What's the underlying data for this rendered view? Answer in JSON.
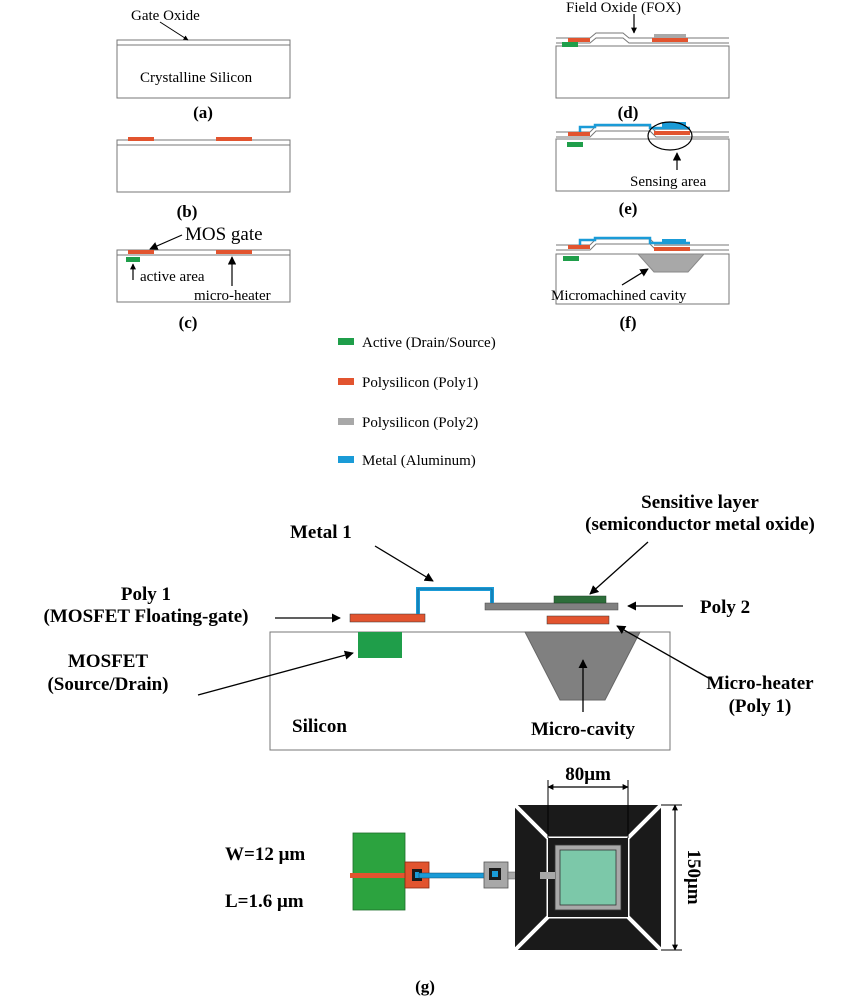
{
  "colors": {
    "active": "#1f9e4a",
    "poly1": "#e2542f",
    "poly2": "#a8a8a8",
    "metal": "#1a9bd7",
    "sensor_green": "#2d6e3a",
    "cavity": "#808080",
    "square_fill": "#7cc8a9",
    "dark": "#1a1a1a"
  },
  "panels": {
    "a": {
      "caption": "(a)",
      "gate_oxide": "Gate Oxide",
      "silicon": "Crystalline Silicon"
    },
    "b": {
      "caption": "(b)"
    },
    "c": {
      "caption": "(c)",
      "mos_gate": "MOS gate",
      "active_area": "active area",
      "micro_heater": "micro-heater"
    },
    "d": {
      "caption": "(d)",
      "fox": "Field Oxide (FOX)"
    },
    "e": {
      "caption": "(e)",
      "sensing_area": "Sensing area"
    },
    "f": {
      "caption": "(f)",
      "cavity": "Micromachined cavity"
    }
  },
  "legend": [
    {
      "label": "Active (Drain/Source)",
      "color": "#1f9e4a"
    },
    {
      "label": "Polysilicon (Poly1)",
      "color": "#e2542f"
    },
    {
      "label": "Polysilicon (Poly2)",
      "color": "#a8a8a8"
    },
    {
      "label": "Metal (Aluminum)",
      "color": "#1a9bd7"
    }
  ],
  "cross_section": {
    "metal1": "Metal 1",
    "sensitive_line1": "Sensitive layer",
    "sensitive_line2": "(semiconductor metal oxide)",
    "poly1_line1": "Poly 1",
    "poly1_line2": "(MOSFET Floating-gate)",
    "poly2": "Poly 2",
    "mosfet_line1": "MOSFET",
    "mosfet_line2": "(Source/Drain)",
    "heater_line1": "Micro-heater",
    "heater_line2": "(Poly 1)",
    "silicon": "Silicon",
    "cavity": "Micro-cavity"
  },
  "layout_view": {
    "w": "W=12 μm",
    "l": "L=1.6 μm",
    "dim_80": "80μm",
    "dim_150": "150μm",
    "caption": "(g)"
  }
}
